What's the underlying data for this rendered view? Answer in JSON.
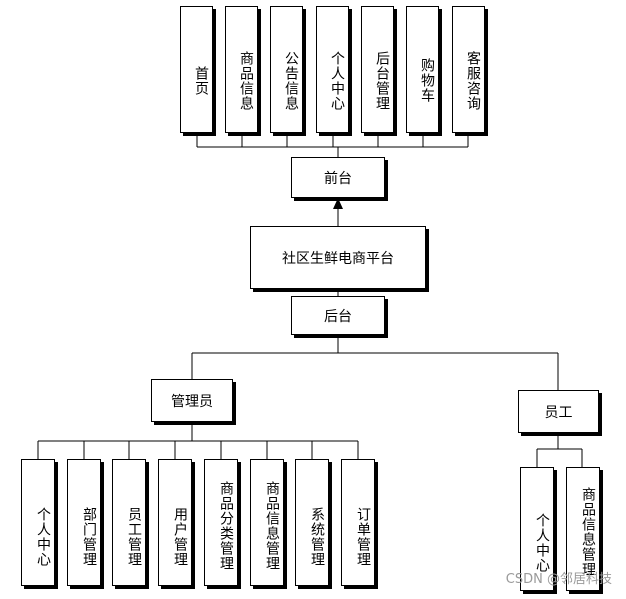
{
  "platform": "社区生鲜电商平台",
  "frontend": {
    "label": "前台",
    "modules": [
      "首页",
      "商品信息",
      "公告信息",
      "个人中心",
      "后台管理",
      "购物车",
      "客服咨询"
    ]
  },
  "backend": {
    "label": "后台",
    "admin": {
      "label": "管理员",
      "modules": [
        "个人中心",
        "部门管理",
        "员工管理",
        "用户管理",
        "商品分类管理",
        "商品信息管理",
        "系统管理",
        "订单管理"
      ]
    },
    "staff": {
      "label": "员工",
      "modules": [
        "个人中心",
        "商品信息管理"
      ]
    }
  },
  "watermark": "CSDN @邻居科技"
}
